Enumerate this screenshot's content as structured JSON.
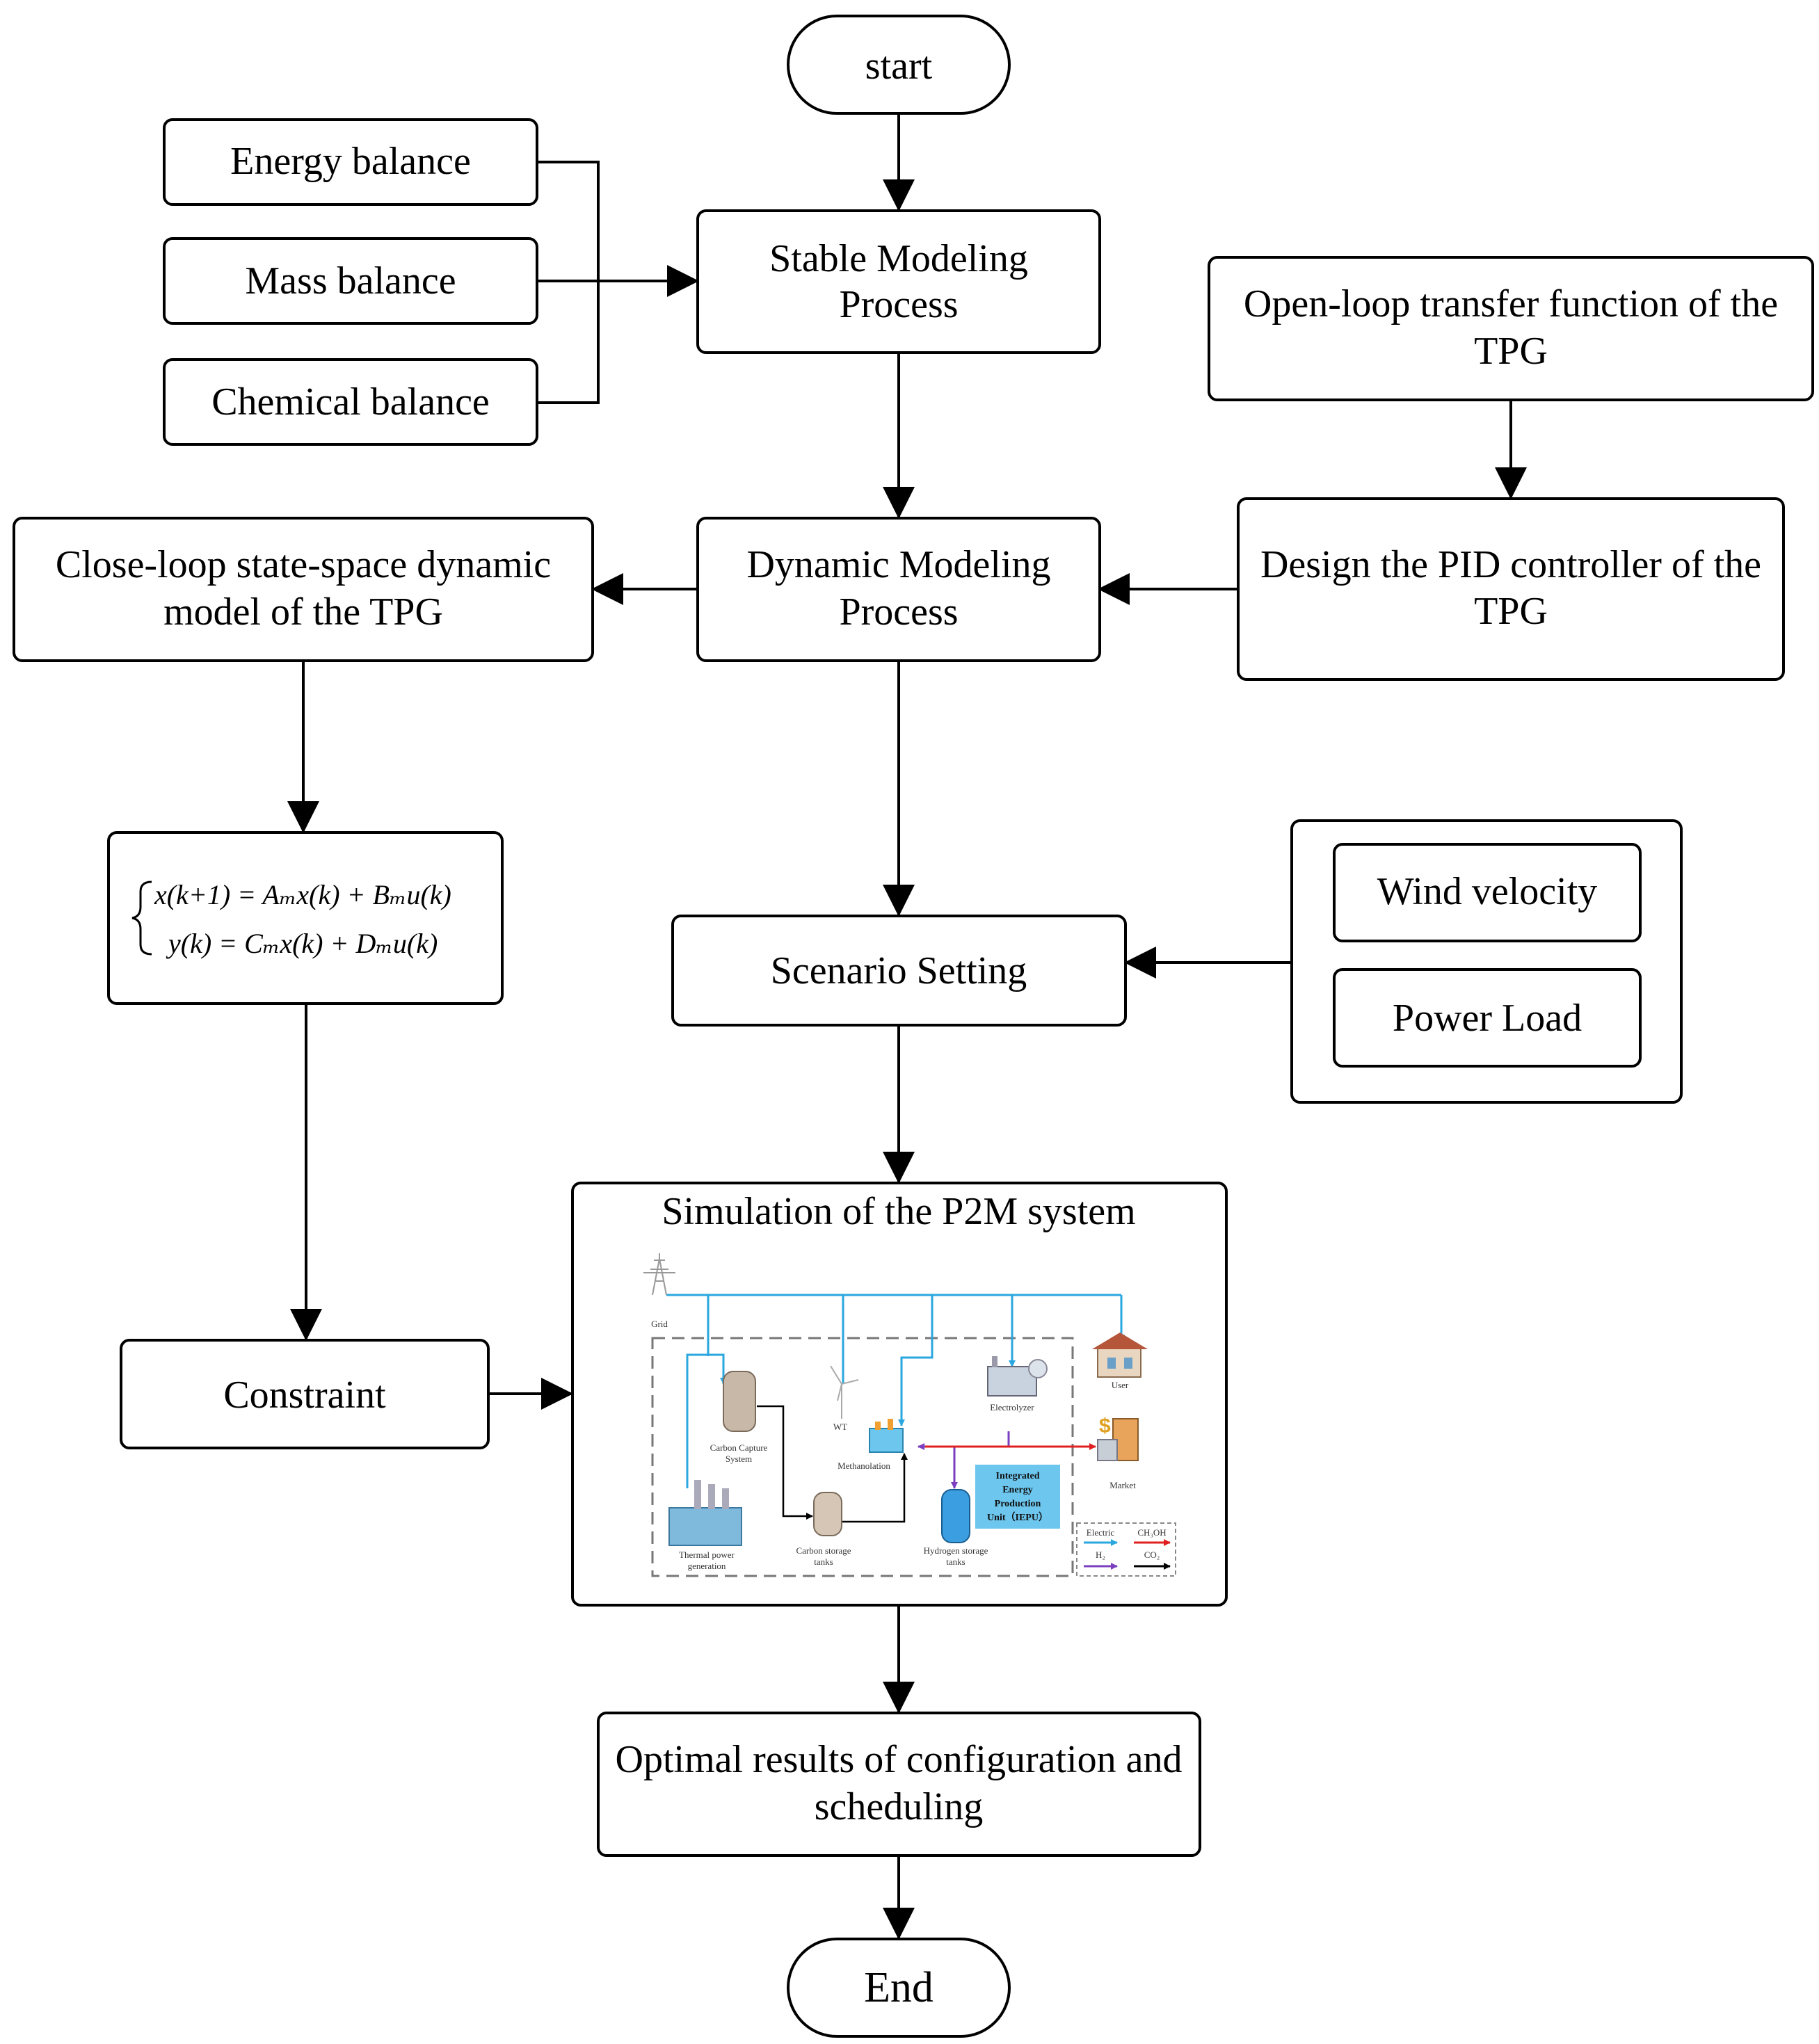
{
  "nodes": {
    "start": "start",
    "energy_balance": "Energy balance",
    "mass_balance": "Mass balance",
    "chemical_balance": "Chemical balance",
    "stable_modeling": [
      "Stable Modeling",
      "Process"
    ],
    "open_loop": [
      "Open-loop transfer function of the",
      "TPG"
    ],
    "pid_design": [
      "Design the PID controller of the",
      "TPG"
    ],
    "dynamic_modeling": [
      "Dynamic Modeling",
      "Process"
    ],
    "close_loop": [
      "Close-loop state-space dynamic",
      "model of the TPG"
    ],
    "state_space_eq": {
      "line1": "x(k+1) = Aₘx(k) + Bₘu(k)",
      "line2": "y(k) = Cₘx(k) + Dₘu(k)"
    },
    "wind_velocity": "Wind velocity",
    "power_load": "Power Load",
    "scenario_setting": "Scenario Setting",
    "constraint": "Constraint",
    "simulation_title": "Simulation of the P2M system",
    "optimal_results": [
      "Optimal results of configuration and",
      "scheduling"
    ],
    "end": "End"
  },
  "system_figure": {
    "grid": "Grid",
    "user": "User",
    "wt": "WT",
    "electrolyzer": "Electrolyzer",
    "market": "Market",
    "carbon_capture": [
      "Carbon Capture",
      "System"
    ],
    "methanolation": "Methanolation",
    "thermal_power": [
      "Thermal power",
      "generation"
    ],
    "carbon_storage": [
      "Carbon storage",
      "tanks"
    ],
    "hydrogen_storage": [
      "Hydrogen storage",
      "tanks"
    ],
    "iepu": [
      "Integrated",
      "Energy",
      "Production",
      "Unit（IEPU）"
    ],
    "legend": {
      "electric": "Electric",
      "ch3oh": "CH₃OH",
      "h2": "H₂",
      "co2": "CO₂"
    },
    "colors": {
      "electric": "#2aa7df",
      "ch3oh": "#e02020",
      "h2": "#7b3fbf",
      "co2": "#000000",
      "iepu_box": "#6cc6ee"
    }
  }
}
